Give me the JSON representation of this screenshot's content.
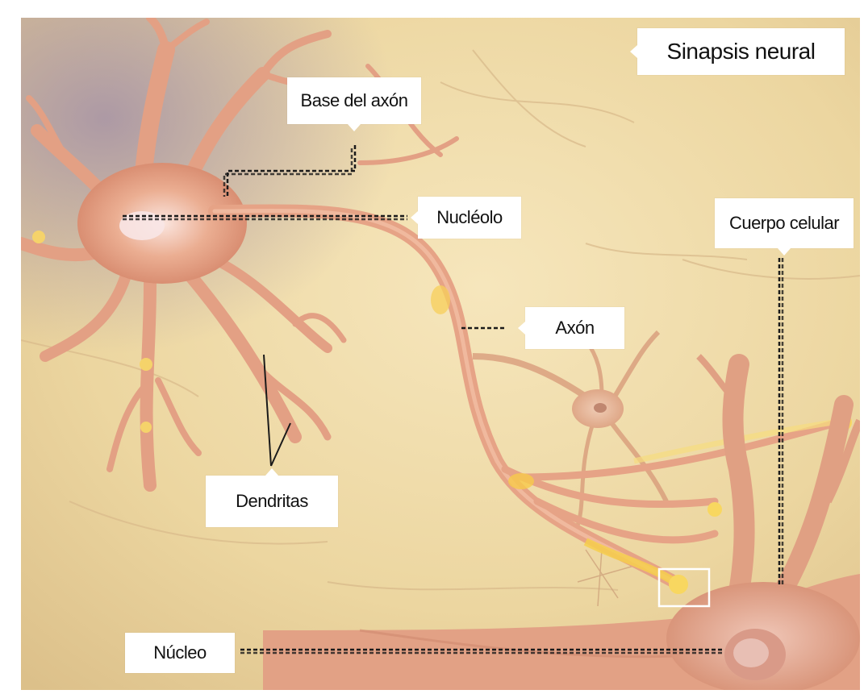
{
  "diagram": {
    "title": "Sinapsis neural",
    "labels": {
      "base_axon": "Base del axón",
      "nucleolo": "Nucléolo",
      "axon": "Axón",
      "cuerpo_celular": "Cuerpo celular",
      "dendritas": "Dendritas",
      "nucleo": "Núcleo"
    },
    "colors": {
      "background": "#f1dfae",
      "neuron": "#e8a588",
      "neuron_shadow": "#c9806a",
      "signal": "#f6c94a",
      "leader_line": "#1a1a1a"
    }
  }
}
